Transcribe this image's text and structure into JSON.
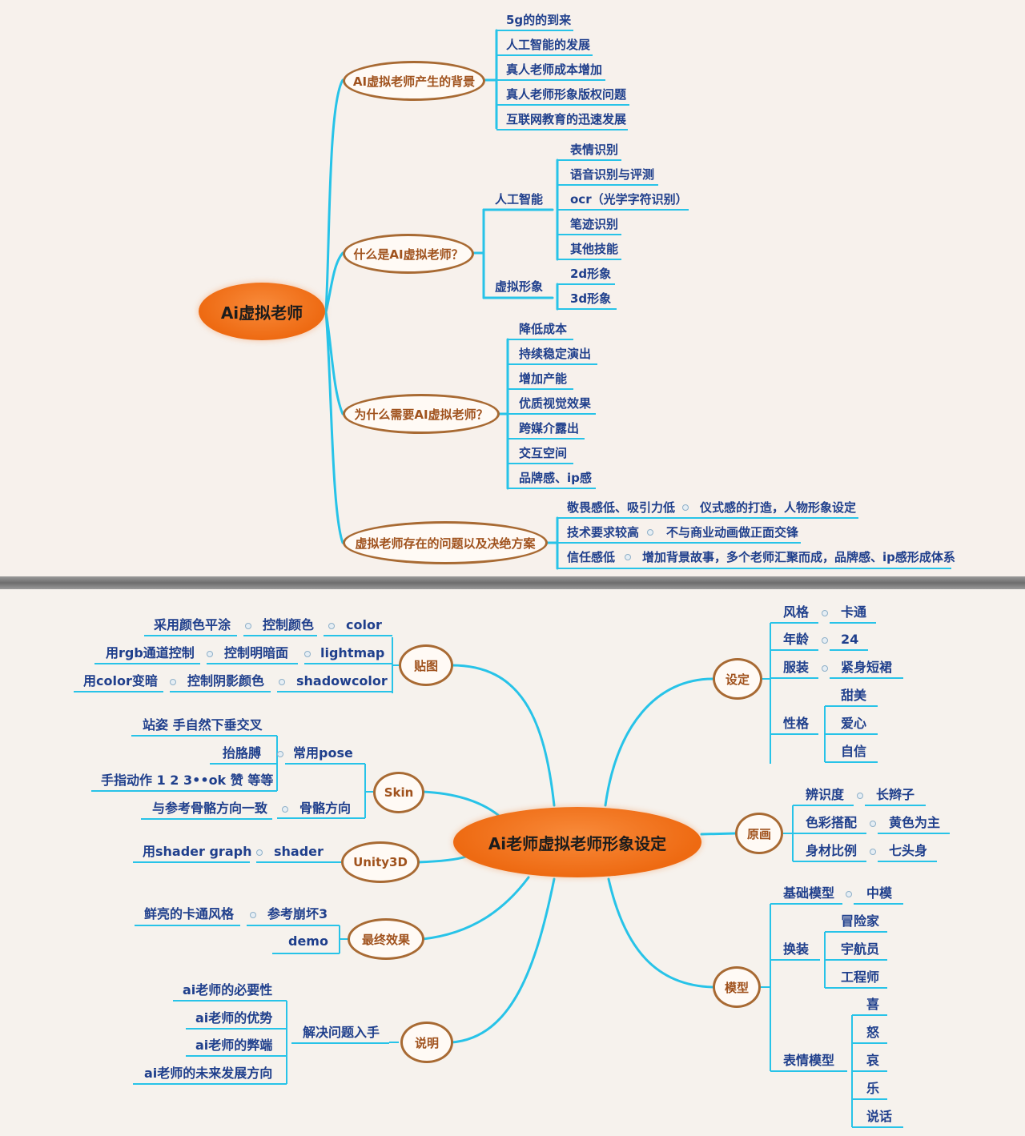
{
  "top": {
    "root": "Ai虚拟老师",
    "branches": [
      {
        "label": "AI虚拟老师产生的背景",
        "items": [
          "5g的的到来",
          "人工智能的发展",
          "真人老师成本增加",
          "真人老师形象版权问题",
          "互联网教育的迅速发展"
        ]
      },
      {
        "label": "什么是AI虚拟老师？",
        "groups": [
          {
            "label": "人工智能",
            "items": [
              "表情识别",
              "语音识别与评测",
              "ocr（光学字符识别）",
              "笔迹识别",
              "其他技能"
            ]
          },
          {
            "label": "虚拟形象",
            "items": [
              "2d形象",
              "3d形象"
            ]
          }
        ]
      },
      {
        "label": "为什么需要AI虚拟老师？",
        "items": [
          "降低成本",
          "持续稳定演出",
          "增加产能",
          "优质视觉效果",
          "跨媒介露出",
          "交互空间",
          "品牌感、ip感"
        ]
      },
      {
        "label": "虚拟老师存在的问题以及决绝方案",
        "pairs": [
          {
            "problem": "敬畏感低、吸引力低",
            "solution": "仪式感的打造，人物形象设定"
          },
          {
            "problem": "技术要求较高",
            "solution": "不与商业动画做正面交锋"
          },
          {
            "problem": "信任感低",
            "solution": "增加背景故事，多个老师汇聚而成，品牌感、ip感形成体系"
          }
        ]
      }
    ]
  },
  "bottom": {
    "root": "Ai老师虚拟老师形象设定",
    "left": {
      "tietu": {
        "label": "贴图",
        "rows": [
          [
            "采用颜色平涂",
            "控制颜色",
            "color"
          ],
          [
            "用rgb通道控制",
            "控制明暗面",
            "lightmap"
          ],
          [
            "用color变暗",
            "控制阴影颜色",
            "shadowcolor"
          ]
        ]
      },
      "skin": {
        "label": "Skin",
        "pose": {
          "label": "常用pose",
          "items": [
            "站姿 手自然下垂交叉",
            "抬胳膊",
            "手指动作 1 2 3••ok 赞 等等"
          ]
        },
        "bone": {
          "label": "骨骼方向",
          "item": "与参考骨骼方向一致"
        }
      },
      "unity": {
        "label": "Unity3D",
        "mid": "shader",
        "leaf": "用shader graph"
      },
      "effect": {
        "label": "最终效果",
        "ref": "参考崩坏3",
        "ref_leaf": "鲜亮的卡通风格",
        "demo": "demo"
      },
      "desc": {
        "label": "说明",
        "mid": "解决问题入手",
        "items": [
          "ai老师的必要性",
          "ai老师的优势",
          "ai老师的弊端",
          "ai老师的未来发展方向"
        ]
      }
    },
    "right": {
      "setting": {
        "label": "设定",
        "rows": [
          {
            "k": "风格",
            "v": "卡通"
          },
          {
            "k": "年龄",
            "v": "24"
          },
          {
            "k": "服装",
            "v": "紧身短裙"
          }
        ],
        "personality": {
          "label": "性格",
          "items": [
            "甜美",
            "爱心",
            "自信"
          ]
        }
      },
      "painting": {
        "label": "原画",
        "rows": [
          {
            "k": "辨识度",
            "v": "长辫子"
          },
          {
            "k": "色彩搭配",
            "v": "黄色为主"
          },
          {
            "k": "身材比例",
            "v": "七头身"
          }
        ]
      },
      "model": {
        "label": "模型",
        "base": {
          "k": "基础模型",
          "v": "中模"
        },
        "outfit": {
          "label": "换装",
          "items": [
            "冒险家",
            "宇航员",
            "工程师"
          ]
        },
        "expression": {
          "label": "表情模型",
          "items": [
            "喜",
            "怒",
            "哀",
            "乐",
            "说话"
          ]
        }
      }
    }
  }
}
